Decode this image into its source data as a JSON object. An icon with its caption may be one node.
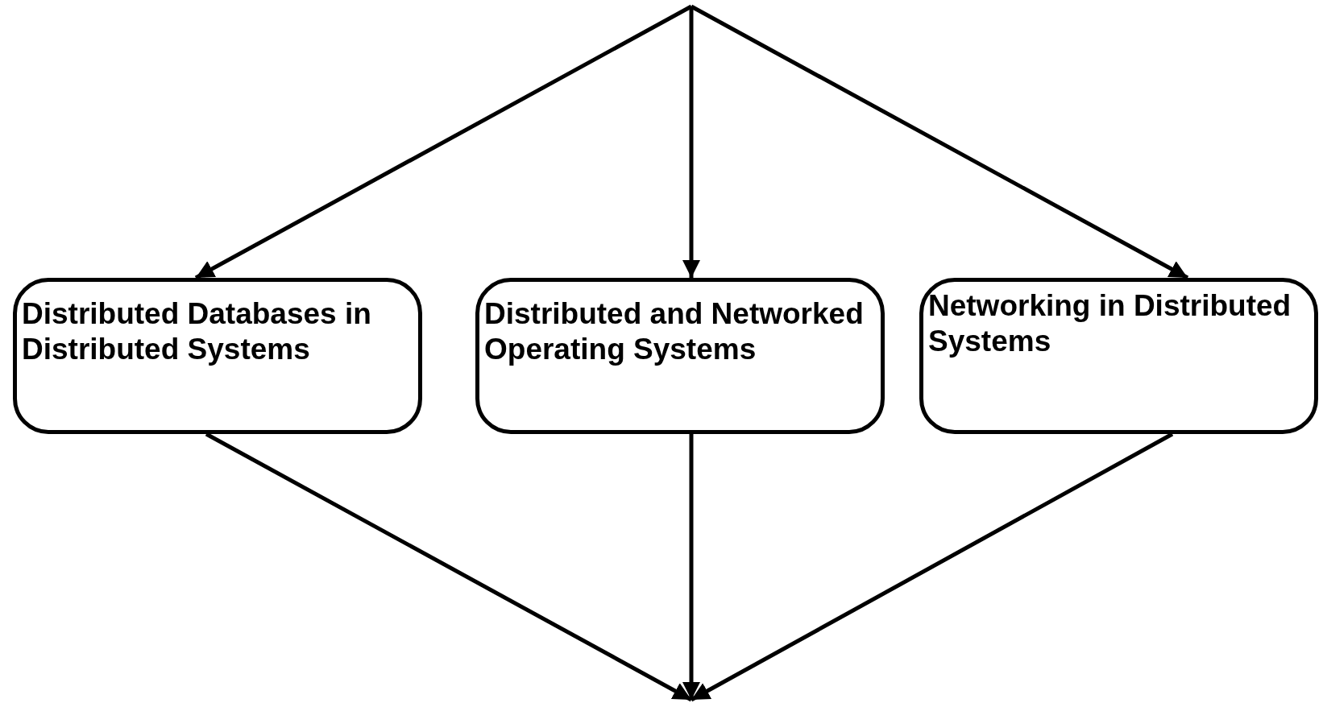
{
  "diagram": {
    "nodes": [
      {
        "text": [
          "Distributed Databases in Distributed Systems"
        ]
      },
      {
        "text": [
          "Distributed and Networked Operating Systems"
        ]
      },
      {
        "text": [
          "Networking in Distributed Systems"
        ]
      }
    ],
    "edges": [
      {
        "from": null,
        "to": 0,
        "arrow": "to"
      },
      {
        "from": null,
        "to": 1,
        "arrow": "to"
      },
      {
        "from": null,
        "to": 2,
        "arrow": "to"
      },
      {
        "from": 0,
        "to": null,
        "arrow": "to"
      },
      {
        "from": 1,
        "to": null,
        "arrow": "to"
      },
      {
        "from": 2,
        "to": null,
        "arrow": "to"
      }
    ]
  }
}
